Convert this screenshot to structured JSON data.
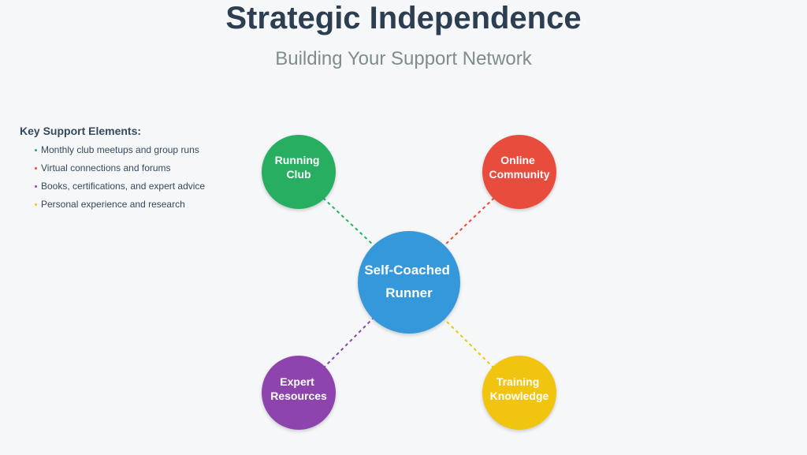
{
  "title": "Strategic Independence",
  "subtitle": "Building Your Support Network",
  "legend": {
    "heading": "Key Support Elements:",
    "items": [
      {
        "text": "Monthly club meetups and group runs",
        "color": "#27ae60"
      },
      {
        "text": "Virtual connections and forums",
        "color": "#e74c3c"
      },
      {
        "text": "Books, certifications, and expert advice",
        "color": "#8e44ad"
      },
      {
        "text": "Personal experience and research",
        "color": "#f1c40f"
      }
    ]
  },
  "diagram": {
    "center": {
      "line1": "Self-Coached",
      "line2": "Runner",
      "color": "#3498db"
    },
    "nodes": [
      {
        "line1": "Running",
        "line2": "Club",
        "color": "#27ae60"
      },
      {
        "line1": "Online",
        "line2": "Community",
        "color": "#e74c3c"
      },
      {
        "line1": "Expert",
        "line2": "Resources",
        "color": "#8e44ad"
      },
      {
        "line1": "Training",
        "line2": "Knowledge",
        "color": "#f1c40f"
      }
    ]
  }
}
